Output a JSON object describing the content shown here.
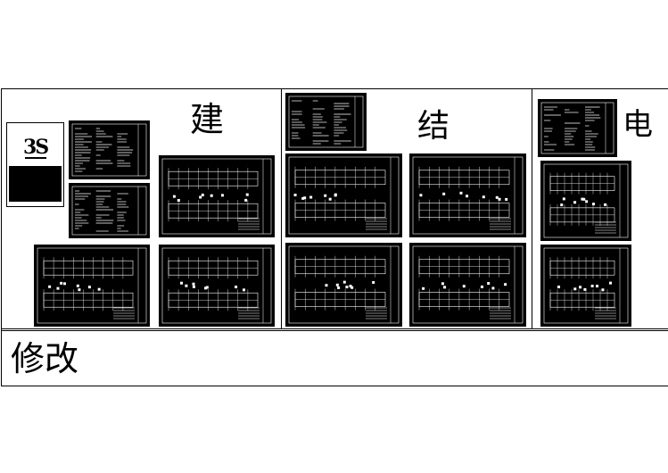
{
  "sections": [
    {
      "key": "arch",
      "label": "建"
    },
    {
      "key": "struct",
      "label": "结"
    },
    {
      "key": "elec",
      "label": "电"
    }
  ],
  "revision": {
    "label": "修改"
  },
  "cover": {
    "logo": "3S"
  }
}
